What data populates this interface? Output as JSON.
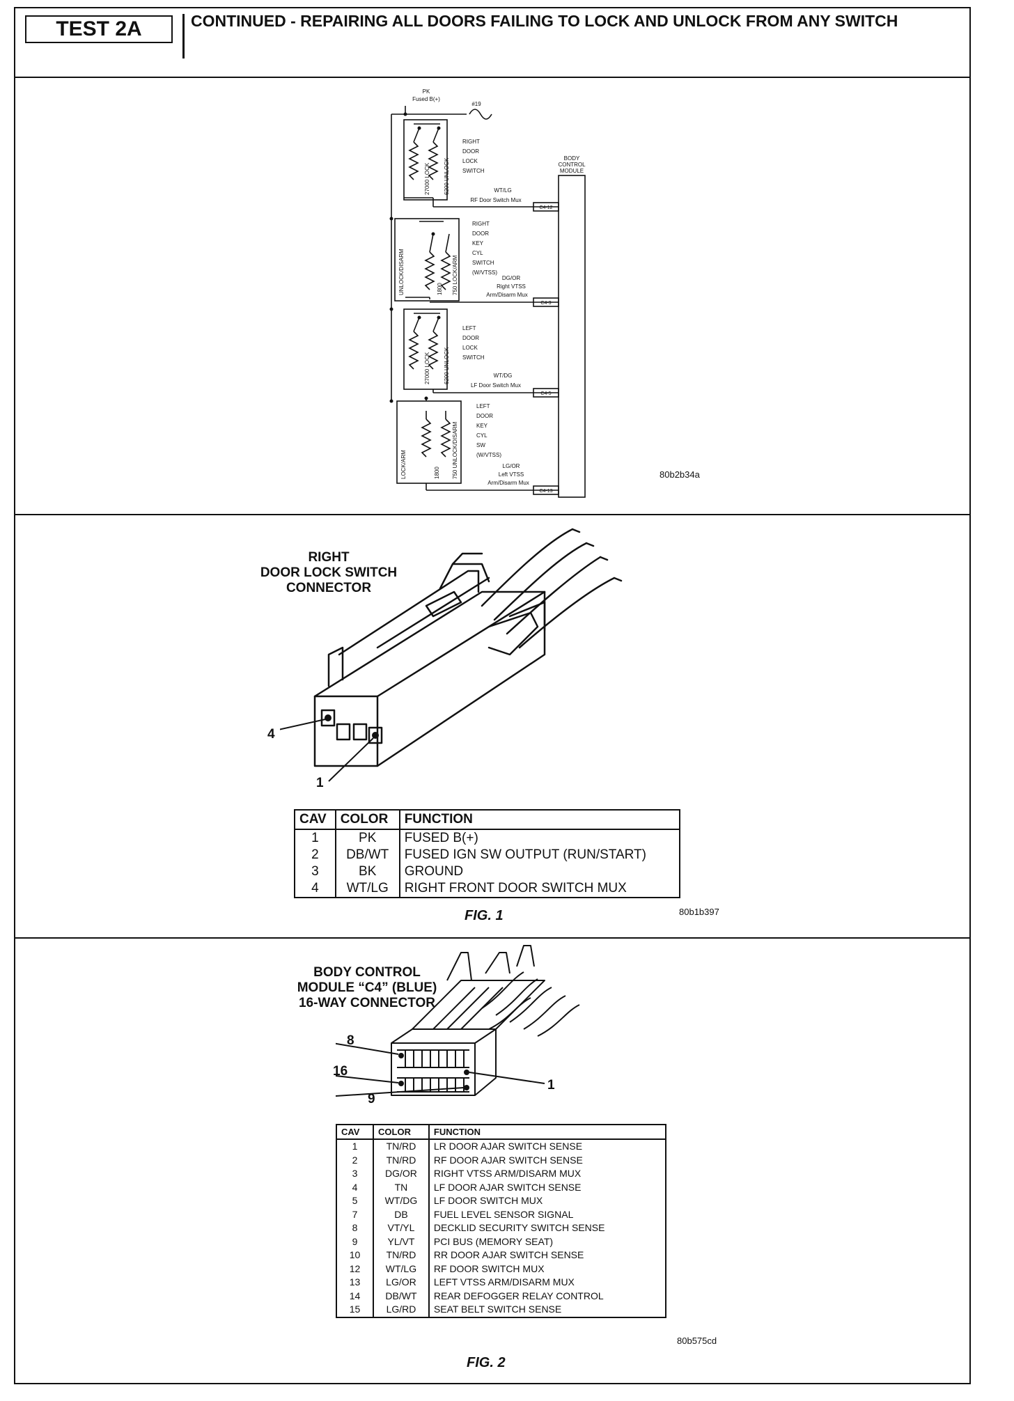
{
  "header": {
    "test_id": "TEST 2A",
    "title": "CONTINUED - REPAIRING ALL DOORS FAILING TO LOCK AND UNLOCK FROM ANY SWITCH"
  },
  "schematic": {
    "power": "PK",
    "power_sub": "Fused B(+)",
    "fuse": "#19",
    "module_label": [
      "BODY",
      "CONTROL",
      "MODULE"
    ],
    "switches": [
      {
        "label": [
          "RIGHT",
          "DOOR",
          "LOCK",
          "SWITCH"
        ],
        "r1": "27000 LOCK",
        "r2": "6200 UNLOCK",
        "wire": "WT/LG",
        "signal": "RF Door Switch Mux",
        "pin": "C4-12"
      },
      {
        "label": [
          "RIGHT",
          "DOOR",
          "KEY",
          "CYL",
          "SWITCH",
          "(W/VTSS)"
        ],
        "side": "UNLOCK/DISARM",
        "r1": "1800",
        "r2": "750 LOCK/ARM",
        "wire": "DG/OR",
        "signal": "Right VTSS",
        "signal2": "Arm/Disarm Mux",
        "pin": "C4-3"
      },
      {
        "label": [
          "LEFT",
          "DOOR",
          "LOCK",
          "SWITCH"
        ],
        "r1": "27000 LOCK",
        "r2": "6200 UNLOCK",
        "wire": "WT/DG",
        "signal": "LF Door Switch Mux",
        "pin": "C4-5"
      },
      {
        "label": [
          "LEFT",
          "DOOR",
          "KEY",
          "CYL",
          "SW",
          "(W/VTSS)"
        ],
        "side": "LOCK/ARM",
        "r1": "1800",
        "r2": "750 UNLOCK/DISARM",
        "wire": "LG/OR",
        "signal": "Left VTSS",
        "signal2": "Arm/Disarm Mux",
        "pin": "C4-13"
      }
    ],
    "code": "80b2b34a"
  },
  "fig1": {
    "caption": [
      "RIGHT",
      "DOOR LOCK SWITCH",
      "CONNECTOR"
    ],
    "callouts": [
      "4",
      "1"
    ],
    "headers": [
      "CAV",
      "COLOR",
      "FUNCTION"
    ],
    "rows": [
      [
        "1",
        "PK",
        "FUSED B(+)"
      ],
      [
        "2",
        "DB/WT",
        "FUSED IGN SW OUTPUT (RUN/START)"
      ],
      [
        "3",
        "BK",
        "GROUND"
      ],
      [
        "4",
        "WT/LG",
        "RIGHT FRONT DOOR SWITCH MUX"
      ]
    ],
    "label": "FIG. 1",
    "code": "80b1b397"
  },
  "fig2": {
    "caption": [
      "BODY CONTROL",
      "MODULE “C4” (BLUE)",
      "16-WAY CONNECTOR"
    ],
    "callouts": [
      "8",
      "16",
      "9",
      "1"
    ],
    "headers": [
      "CAV",
      "COLOR",
      "FUNCTION"
    ],
    "rows": [
      [
        "1",
        "TN/RD",
        "LR DOOR AJAR SWITCH SENSE"
      ],
      [
        "2",
        "TN/RD",
        "RF DOOR AJAR SWITCH SENSE"
      ],
      [
        "3",
        "DG/OR",
        "RIGHT VTSS ARM/DISARM MUX"
      ],
      [
        "4",
        "TN",
        "LF DOOR AJAR SWITCH SENSE"
      ],
      [
        "5",
        "WT/DG",
        "LF DOOR SWITCH MUX"
      ],
      [
        "7",
        "DB",
        "FUEL LEVEL SENSOR SIGNAL"
      ],
      [
        "8",
        "VT/YL",
        "DECKLID SECURITY SWITCH SENSE"
      ],
      [
        "9",
        "YL/VT",
        "PCI BUS (MEMORY SEAT)"
      ],
      [
        "10",
        "TN/RD",
        "RR DOOR AJAR SWITCH SENSE"
      ],
      [
        "12",
        "WT/LG",
        "RF DOOR SWITCH MUX"
      ],
      [
        "13",
        "LG/OR",
        "LEFT VTSS ARM/DISARM MUX"
      ],
      [
        "14",
        "DB/WT",
        "REAR DEFOGGER RELAY CONTROL"
      ],
      [
        "15",
        "LG/RD",
        "SEAT BELT SWITCH SENSE"
      ]
    ],
    "label": "FIG. 2",
    "code": "80b575cd"
  }
}
